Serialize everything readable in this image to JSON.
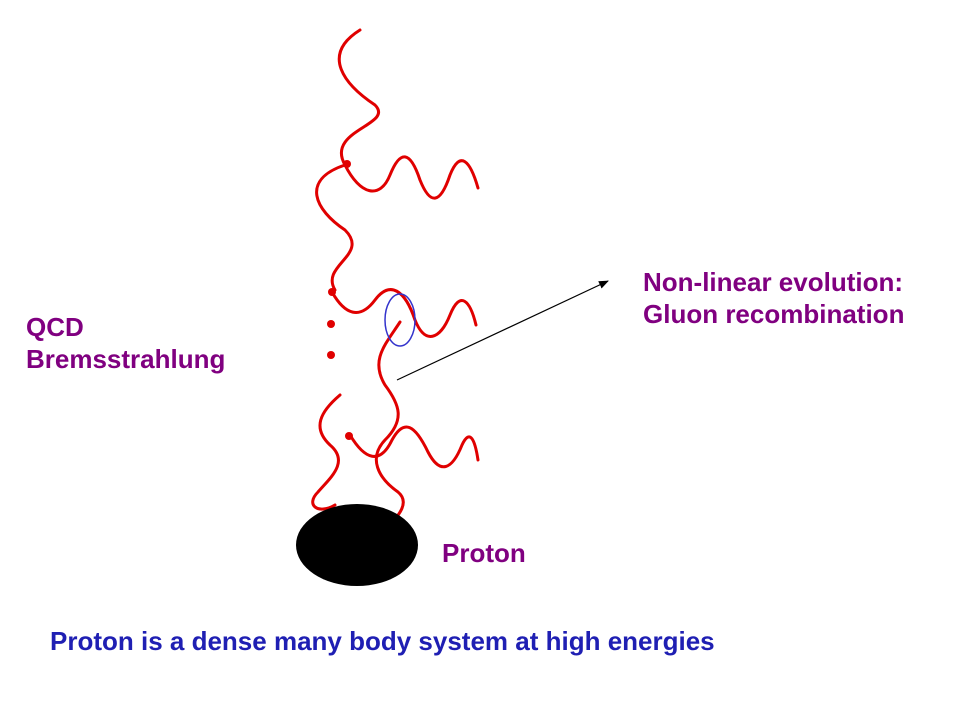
{
  "labels": {
    "qcd": [
      "QCD",
      "Bremsstrahlung"
    ],
    "nonlinear": [
      "Non-linear evolution:",
      "Gluon recombination"
    ],
    "proton": "Proton",
    "caption": "Proton is a dense many body system at high energies"
  },
  "colors": {
    "gluon": "#e00000",
    "vertex": "#e00000",
    "label_purple": "#800080",
    "caption_blue": "#1f1fb3",
    "ellipse": "#3333cc",
    "proton": "#000000",
    "arrow": "#000000"
  }
}
